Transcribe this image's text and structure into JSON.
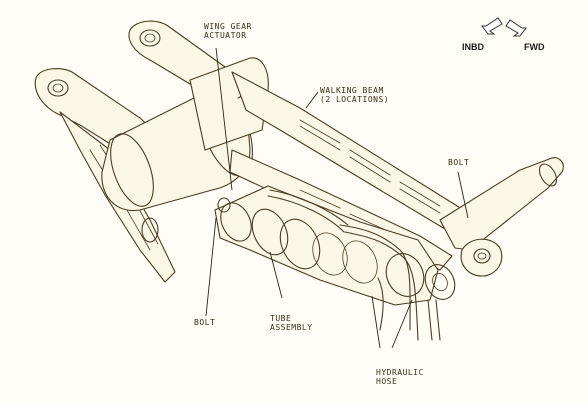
{
  "labels": {
    "wing_gear_actuator": "WING GEAR\nACTUATOR",
    "walking_beam": "WALKING BEAM\n(2 LOCATIONS)",
    "bolt_right": "BOLT",
    "bolt_left": "BOLT",
    "tube_assembly": "TUBE\nASSEMBLY",
    "hydraulic_hose": "HYDRAULIC\nHOSE"
  },
  "orientation": {
    "inbd": "INBD",
    "fwd": "FWD"
  },
  "colors": {
    "line": "#4a3c20",
    "paper": "#fffdf5"
  }
}
